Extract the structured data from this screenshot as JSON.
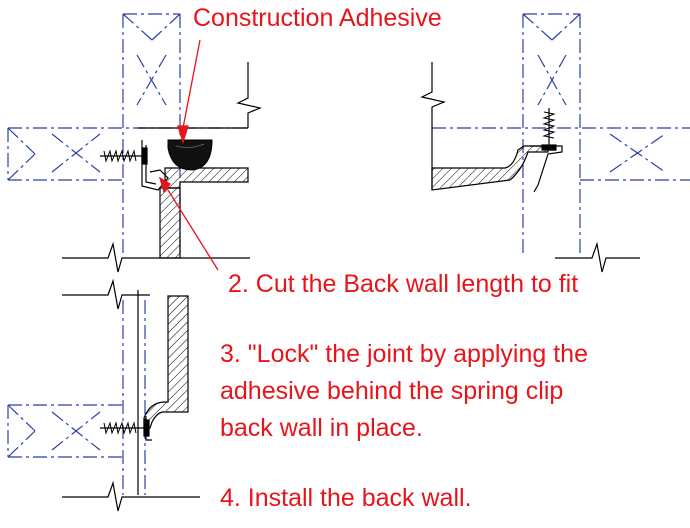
{
  "colors": {
    "annotation": "#e8141b",
    "framing": "#2b3fa8",
    "outline": "#000000"
  },
  "labels": {
    "adhesive": "Construction Adhesive",
    "step2": "2. Cut the Back wall length to fit",
    "step3_line1": "3. \"Lock\" the joint by applying the",
    "step3_line2": "adhesive behind the spring clip",
    "step3_line3": "back wall in place.",
    "step4": "4. Install the back wall."
  },
  "icons": [
    "screw-icon",
    "spring-clip-icon",
    "break-line-icon",
    "adhesive-bead-icon"
  ]
}
